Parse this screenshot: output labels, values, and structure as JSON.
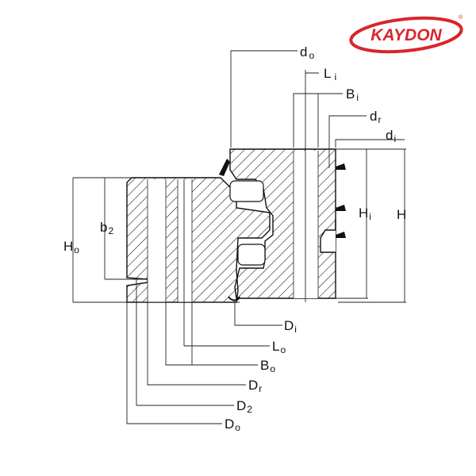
{
  "brand": {
    "logo_text": "KAYDON",
    "registered_mark": "®",
    "color": "#d7262c"
  },
  "labels": {
    "d_o": {
      "main": "d",
      "sub": "o"
    },
    "L_i": {
      "main": "L",
      "sub": "i"
    },
    "B_i": {
      "main": "B",
      "sub": "i"
    },
    "d_r": {
      "main": "d",
      "sub": "r"
    },
    "d_i": {
      "main": "d",
      "sub": "i"
    },
    "H_i": {
      "main": "H",
      "sub": "i"
    },
    "H": {
      "main": "H",
      "sub": ""
    },
    "H_o": {
      "main": "H",
      "sub": "o"
    },
    "b_2": {
      "main": "b",
      "sub": "2"
    },
    "D_i": {
      "main": "D",
      "sub": "i"
    },
    "L_o": {
      "main": "L",
      "sub": "o"
    },
    "B_o": {
      "main": "B",
      "sub": "o"
    },
    "D_r": {
      "main": "D",
      "sub": "r"
    },
    "D_2": {
      "main": "D",
      "sub": "2"
    },
    "D_o": {
      "main": "D",
      "sub": "o"
    }
  },
  "colors": {
    "line": "#111111",
    "hatch": "#222222",
    "background": "#ffffff"
  }
}
